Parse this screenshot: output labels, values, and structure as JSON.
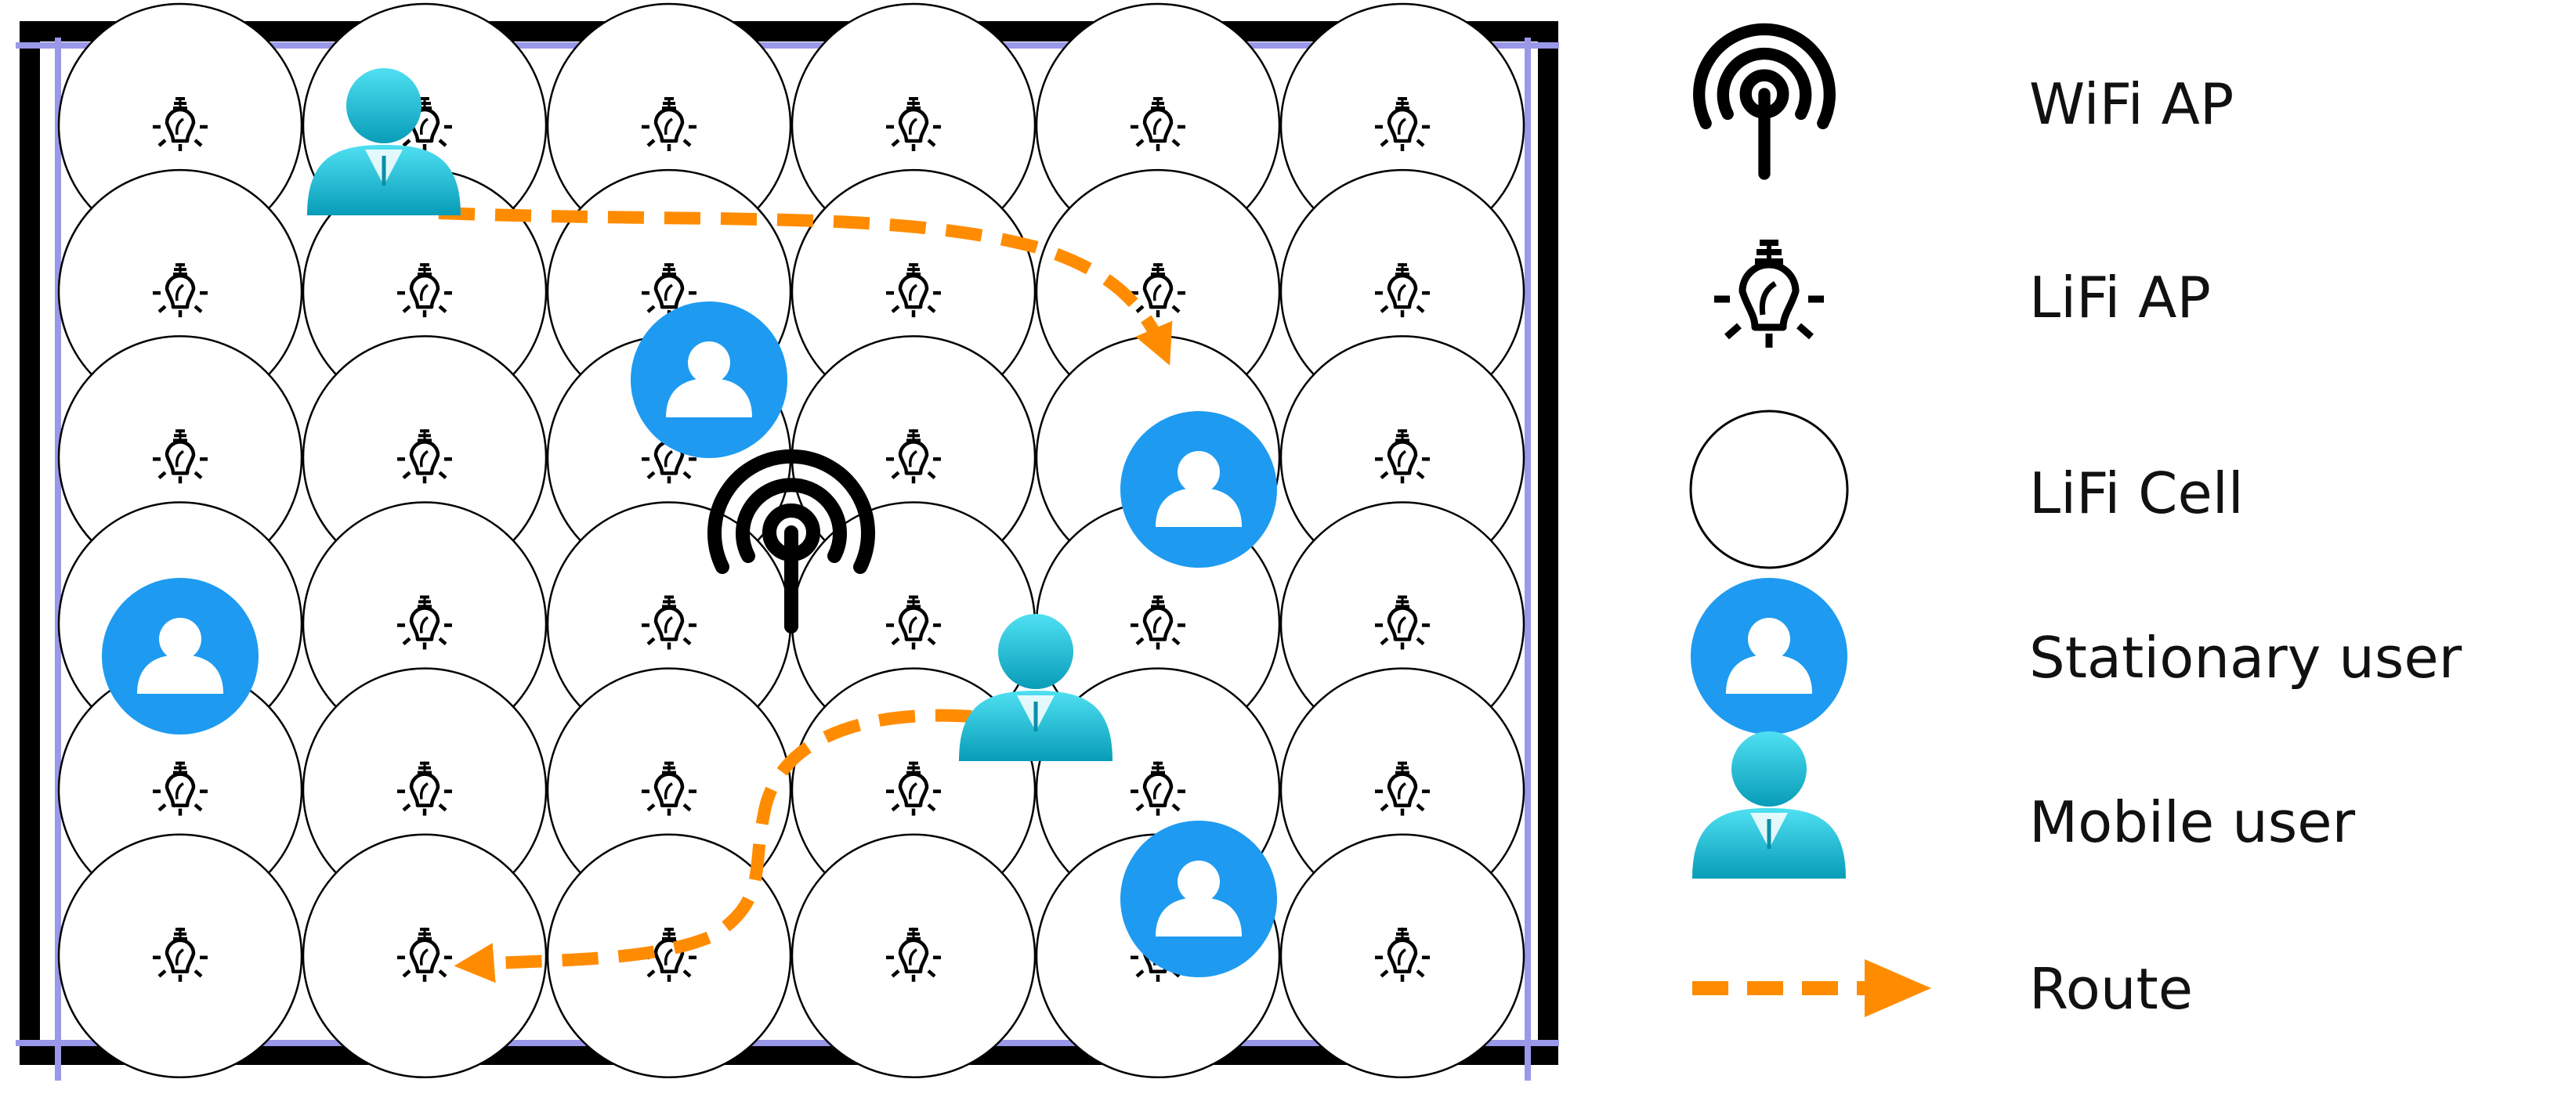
{
  "diagram": {
    "grid": {
      "rows": 6,
      "cols": 6
    },
    "stationary_users": [
      {
        "row": 2,
        "col": 3,
        "position": "between cells"
      },
      {
        "row": 3,
        "col": 5
      },
      {
        "row": 4,
        "col": 1
      },
      {
        "row": 6,
        "col": 5
      }
    ],
    "mobile_users": [
      {
        "row": 1,
        "col": 2
      },
      {
        "row": 4,
        "col": 4,
        "position": "between cells"
      }
    ],
    "wifi_ap": {
      "position": "center of grid"
    },
    "routes": [
      {
        "from": "mobile user at row 1",
        "to": "row 3, col 5",
        "direction": "right then down"
      },
      {
        "from": "mobile user at row 4-5",
        "to": "row 6, col 2",
        "direction": "left then down"
      }
    ]
  },
  "legend": {
    "wifi_ap": {
      "label": "WiFi AP",
      "icon": "wifi-ap-icon"
    },
    "lifi_ap": {
      "label": "LiFi AP",
      "icon": "light-bulb-icon"
    },
    "lifi_cell": {
      "label": "LiFi Cell",
      "icon": "circle-icon"
    },
    "stationary_user": {
      "label": "Stationary user",
      "icon": "stationary-user-icon"
    },
    "mobile_user": {
      "label": "Mobile user",
      "icon": "mobile-user-icon"
    },
    "route": {
      "label": "Route",
      "icon": "dashed-arrow-icon"
    }
  },
  "colors": {
    "route": "#FF8C00",
    "stationary_user": "#1E9BF0",
    "mobile_user_light": "#33D1E8",
    "mobile_user_dark": "#0AA2BE",
    "border_dark": "#000000",
    "border_light": "#9A98E8"
  }
}
